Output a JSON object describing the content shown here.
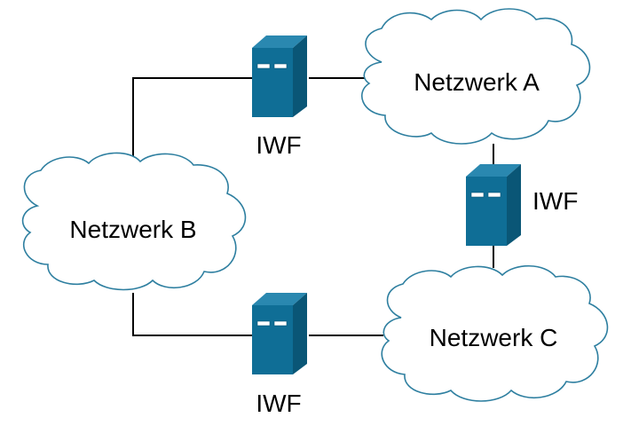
{
  "networks": {
    "a": {
      "label": "Netzwerk A"
    },
    "b": {
      "label": "Netzwerk B"
    },
    "c": {
      "label": "Netzwerk C"
    }
  },
  "gateways": {
    "top": {
      "label": "IWF",
      "icon": "server-icon"
    },
    "right": {
      "label": "IWF",
      "icon": "server-icon"
    },
    "bottom": {
      "label": "IWF",
      "icon": "server-icon"
    }
  },
  "colors": {
    "server_front": "#0f6e96",
    "server_side": "#0a5676",
    "server_top": "#2a88b0",
    "cloud_outline": "#2e7fa0",
    "link": "#000000"
  }
}
